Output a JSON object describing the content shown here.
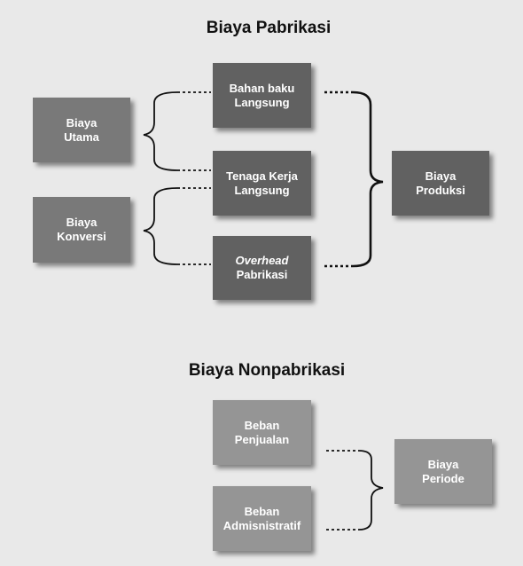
{
  "colors": {
    "background": "#e9e9e9",
    "dark_box": "#616161",
    "mid_box": "#797979",
    "light_box": "#959595",
    "connector": "#111111"
  },
  "manufacturing": {
    "title": "Biaya Pabrikasi",
    "prime_cost": {
      "line1": "Biaya",
      "line2": "Utama"
    },
    "conversion_cost": {
      "line1": "Biaya",
      "line2": "Konversi"
    },
    "direct_material": {
      "line1": "Bahan baku",
      "line2": "Langsung"
    },
    "direct_labor": {
      "line1": "Tenaga Kerja",
      "line2": "Langsung"
    },
    "overhead": {
      "line1": "Overhead",
      "line2": "Pabrikasi"
    },
    "product_cost": {
      "line1": "Biaya",
      "line2": "Produksi"
    }
  },
  "nonmanufacturing": {
    "title": "Biaya Nonpabrikasi",
    "selling_expense": {
      "line1": "Beban",
      "line2": "Penjualan"
    },
    "admin_expense": {
      "line1": "Beban",
      "line2": "Admisnistratif"
    },
    "period_cost": {
      "line1": "Biaya",
      "line2": "Periode"
    }
  }
}
